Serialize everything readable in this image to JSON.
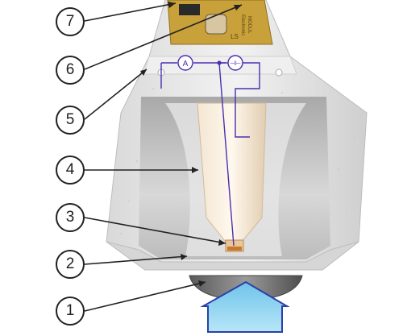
{
  "callouts": [
    {
      "id": 7,
      "label": "7"
    },
    {
      "id": 6,
      "label": "6"
    },
    {
      "id": 5,
      "label": "5"
    },
    {
      "id": 4,
      "label": "4"
    },
    {
      "id": 3,
      "label": "3"
    },
    {
      "id": 2,
      "label": "2"
    },
    {
      "id": 1,
      "label": "1"
    }
  ],
  "circuit": {
    "ammeter_symbol": "A",
    "battery_symbol": "⊣⊢"
  },
  "pcb_text": {
    "line1": "Electronic",
    "line2": "MODUL",
    "line3": "LS"
  },
  "colors": {
    "wire": "#4b2fb0",
    "pcb": "#c8a13a",
    "housing": "#e6e6e6",
    "cavity": "#bdbdbd",
    "electrode": "#ead8c0",
    "arrow": "#8fd3f0",
    "window": "#6e6e6e"
  }
}
